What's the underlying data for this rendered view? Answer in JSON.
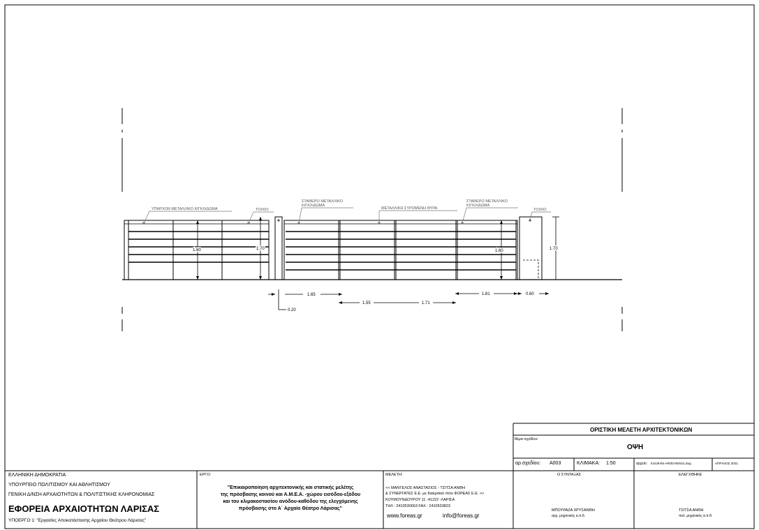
{
  "drawing": {
    "labels": {
      "existing_railing": "ΥΠΑΡΧΟΝ ΜΕΤΑΛΛΙΚΟ ΚΙΓΚΛΙΔΩΜΑ",
      "wall_left": "ΤΟΙΧΙΟ",
      "fixed_railing_left": [
        "ΣΤΑΘΕΡΟ ΜΕΤΑΛΛΙΚΟ",
        "ΚΙΓΚΛΙΔΩΜΑ"
      ],
      "sliding_door": "ΜΕΤΑΛΛΙΚΗ ΣΥΡΟΜΕΝΗ ΘΥΡΑ",
      "fixed_railing_right": [
        "ΣΤΑΘΕΡΟ ΜΕΤΑΛΛΙΚΟ",
        "ΚΙΓΚΛΙΔΩΜΑ"
      ],
      "wall_right": "ΤΟΙΧΙΟ"
    },
    "dims": {
      "h_existing": "1.60",
      "h_wall": "1.70",
      "h_gate": "1.60",
      "h_right": "1.70",
      "w_165": "1.65",
      "w_155": "1.55",
      "w_171": "1.71",
      "w_181": "1.81",
      "w_060": "0.60",
      "w_020": "0.20"
    }
  },
  "titleblock": {
    "study_title": "ΟΡΙΣΤΙΚΗ ΜΕΛΕΤΗ ΑΡΧΙΤΕΚΤΟΝΙΚΩΝ",
    "theme_label": "θέμα σχεδίου:",
    "theme_value": "ΟΨΗ",
    "drawing_no_label": "αρ.σχεδίου:",
    "drawing_no": "Α003",
    "scale_label": "ΚΛΙΜΑΚΑ:",
    "scale": "1:50",
    "file_label": "αρχείο:",
    "file": "K2428-EN-AR003-060421.dwg",
    "date": "ΑΠΡΙΛΙΟΣ 2021",
    "drafter_label": "Ο ΣΥΝΤΑΞΑΣ",
    "drafter_name": "ΜΠΟΥΡΑΖΑ ΧΡΥΣΑΝΘΗ",
    "drafter_role": "αρχ. μηχανικός α.π.θ.",
    "checked_label": "ΕΛΕΓΧΘΗΚΕ",
    "checker_name": "ΤΣΙΤΣΑ ΑΝΘΗ",
    "checker_role": "πολ. μηχανικός α.π.θ.",
    "authority": [
      "ΕΛΛΗΝΙΚΗ ΔΗΜΟΚΡΑΤΙΑ",
      "ΥΠΟΥΡΓΕΙΟ ΠΟΛΙΤΙΣΜΟΥ ΚΑΙ ΑΘΛΗΤΙΣΜΟΥ",
      "ΓΕΝΙΚΗ Δ/ΝΣΗ ΑΡΧΑΙΟΤΗΤΩΝ & ΠΟΛΙΤΙΣΤΙΚΗΣ  ΚΛΗΡΟΝΟΜΙΑΣ"
    ],
    "ephorate": "ΕΦΟΡΕΙΑ ΑΡΧΑΙΟΤΗΤΩΝ ΛΑΡΙΣΑΣ",
    "subproject": "ΥΠΟΕΡΓΟ 1: \"Εργασίες Αποκατάστασης Αρχαίου Θεάτρου Λάρισας\"",
    "project_label": "ΕΡΓΟ:",
    "project_lines": [
      "\"Επικαιροποίηση αρχιτεκτονικής και στατικής μελέτης",
      "της πρόσβασης κοινού και Α.Μ.Ε.Α. -χώρου εισόδου-εξόδου",
      "και του κλιμακοστασίου ανόδου-καθόδου της ελεγχόμενης",
      "πρόσβασης στο Α΄ Αρχαίο Θέατρο Λάρισας\""
    ],
    "study_label": "ΜΕΛΕΤΗ:",
    "firm_lines": [
      "<< ΜΑΝΤΕΛΟΣ ΑΝΑΣΤΑΣΙΟΣ - ΤΣΙΤΣΑ ΑΝΘΗ",
      "& ΣΥΝΕΡΓΑΤΕΣ Ε.Ε. με διακριτικό τίτλο ΦΟΡΕΑΣ Ε.Ε. >>",
      "ΚΟΥΜΟΥΝΔΟΥΡΟΥ 11 -41222 -ΛΑΡΙΣΑ",
      "ΤΗΛ :  2410530663     FAX : 2410533823"
    ],
    "website": "www.foreas.gr",
    "email": "info@foreas.gr"
  }
}
